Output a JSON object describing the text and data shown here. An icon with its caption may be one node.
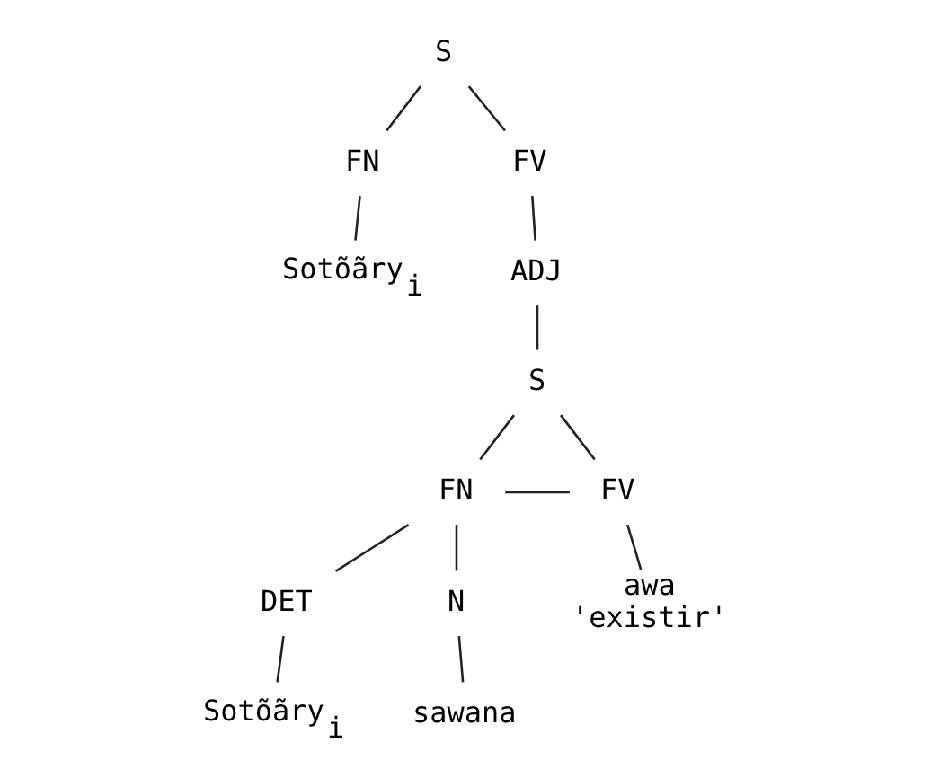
{
  "diagram": {
    "nodes": [
      {
        "text": [
          "S"
        ]
      },
      {
        "text": [
          "FN"
        ]
      },
      {
        "text": [
          "FV"
        ]
      },
      {
        "text": [
          "Sotõãry$_{i}$"
        ]
      },
      {
        "text": [
          "ADJ"
        ]
      },
      {
        "text": [
          "S"
        ]
      },
      {
        "text": [
          "FN"
        ]
      },
      {
        "text": [
          "FV"
        ]
      },
      {
        "text": [
          "DET"
        ]
      },
      {
        "text": [
          "N"
        ]
      },
      {
        "text": [
          "awa",
          "'existir'"
        ]
      },
      {
        "text": [
          "Sotõãry$_{i}$"
        ]
      },
      {
        "text": [
          "sawana"
        ]
      }
    ],
    "edges": [
      {
        "from": 0,
        "to": 1,
        "arrow": "none"
      },
      {
        "from": 0,
        "to": 2,
        "arrow": "none"
      },
      {
        "from": 1,
        "to": 3,
        "arrow": "none"
      },
      {
        "from": 2,
        "to": 4,
        "arrow": "none"
      },
      {
        "from": 4,
        "to": 5,
        "arrow": "none"
      },
      {
        "from": 5,
        "to": 6,
        "arrow": "none"
      },
      {
        "from": 5,
        "to": 7,
        "arrow": "none"
      },
      {
        "from": 6,
        "to": 7,
        "arrow": "none"
      },
      {
        "from": 6,
        "to": 8,
        "arrow": "none"
      },
      {
        "from": 6,
        "to": 9,
        "arrow": "none"
      },
      {
        "from": 7,
        "to": 10,
        "arrow": "none"
      },
      {
        "from": 8,
        "to": 11,
        "arrow": "none"
      },
      {
        "from": 9,
        "to": 12,
        "arrow": "none"
      }
    ]
  }
}
